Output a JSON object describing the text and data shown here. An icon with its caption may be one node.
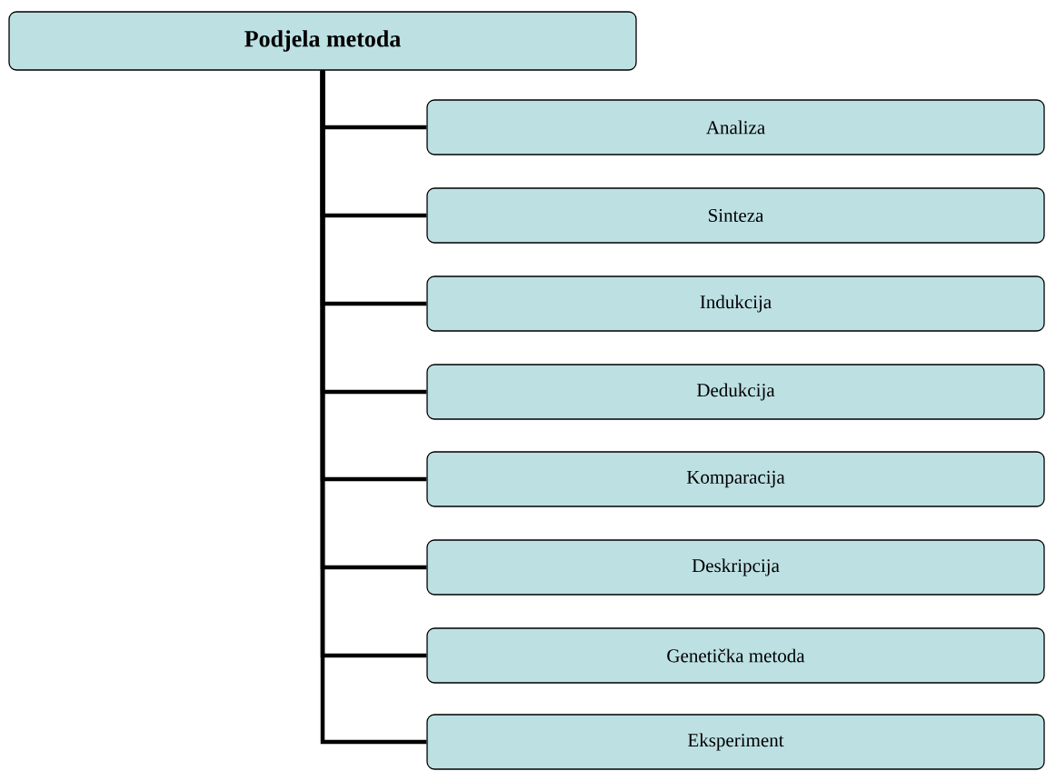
{
  "diagram": {
    "nodes": [
      {
        "text": [
          "Podjela metoda"
        ]
      },
      {
        "text": [
          "Analiza"
        ]
      },
      {
        "text": [
          "Sinteza"
        ]
      },
      {
        "text": [
          "Indukcija"
        ]
      },
      {
        "text": [
          "Dedukcija"
        ]
      },
      {
        "text": [
          "Komparacija"
        ]
      },
      {
        "text": [
          "Deskripcija"
        ]
      },
      {
        "text": [
          "Genetička metoda"
        ]
      },
      {
        "text": [
          "Eksperiment"
        ]
      }
    ],
    "edges": [
      {
        "from": 0,
        "to": 1,
        "arrow": "none"
      },
      {
        "from": 0,
        "to": 2,
        "arrow": "none"
      },
      {
        "from": 0,
        "to": 3,
        "arrow": "none"
      },
      {
        "from": 0,
        "to": 4,
        "arrow": "none"
      },
      {
        "from": 0,
        "to": 5,
        "arrow": "none"
      },
      {
        "from": 0,
        "to": 6,
        "arrow": "none"
      },
      {
        "from": 0,
        "to": 7,
        "arrow": "none"
      },
      {
        "from": 0,
        "to": 8,
        "arrow": "none"
      }
    ]
  }
}
